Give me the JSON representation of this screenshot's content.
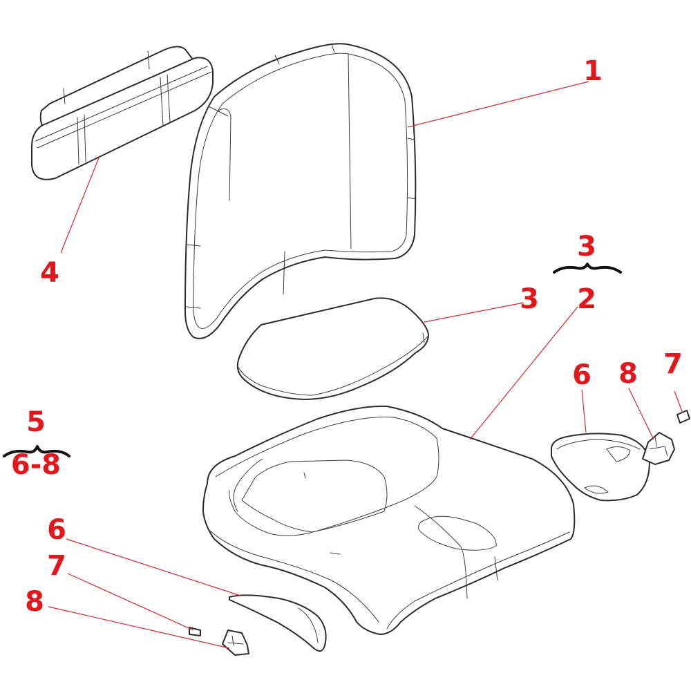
{
  "diagram": {
    "accent_color": "#e4161b",
    "line_color": "#2b2b2b",
    "callouts": {
      "backrest": "1",
      "seat_cushion": "2",
      "seat_pad": "3",
      "group_3": "3",
      "group_2": "2",
      "armrest": "4",
      "group_5": "5",
      "group_6_8": "6-8",
      "cover_right": "6",
      "clip_right": "7",
      "bracket_right": "8",
      "cover_left": "6",
      "clip_left": "7",
      "bracket_left": "8"
    }
  }
}
